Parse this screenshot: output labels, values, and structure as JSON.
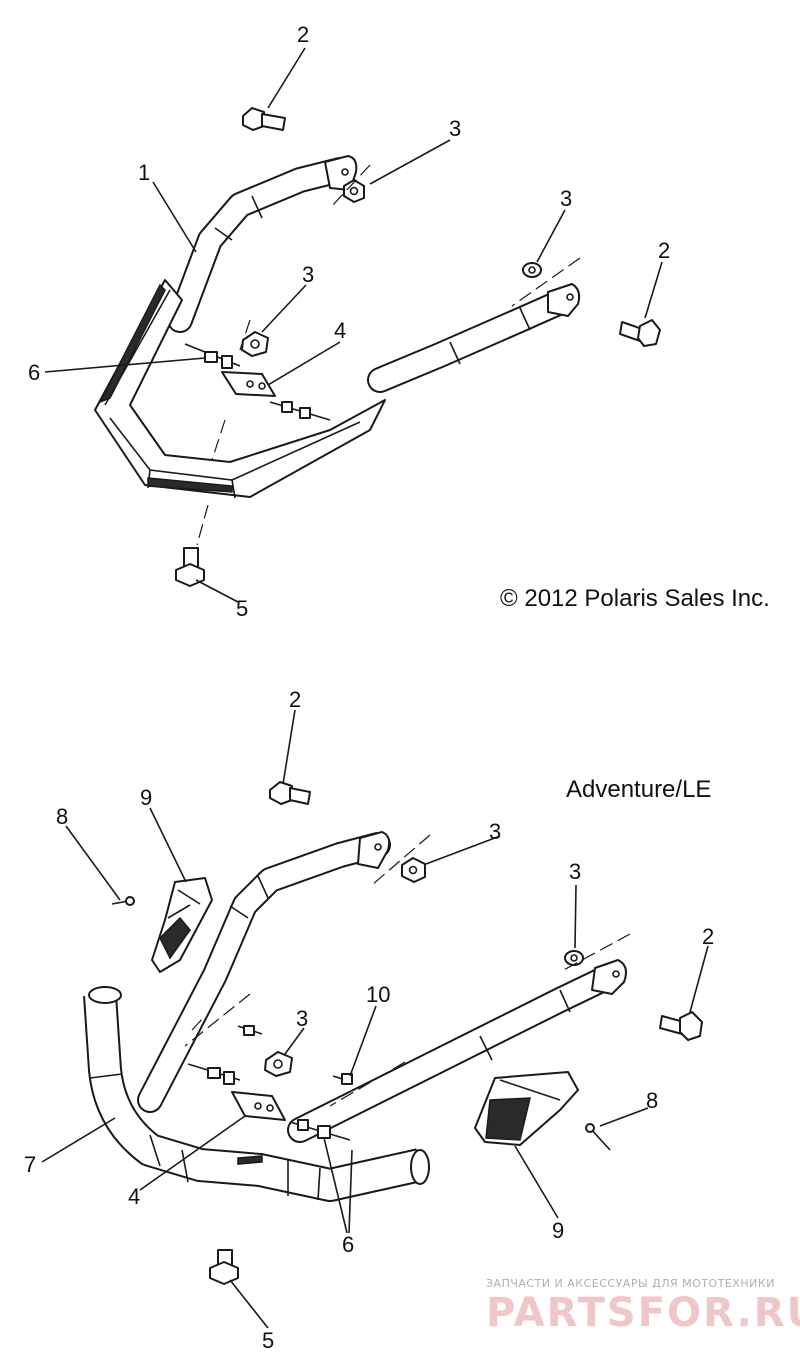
{
  "copyright": "© 2012 Polaris Sales Inc.",
  "section_label": "Adventure/LE",
  "watermark": {
    "subtitle": "ЗАПЧАСТИ И АКСЕССУАРЫ ДЛЯ МОТОТЕХНИКИ",
    "brand": "PARTSFOR.RU"
  },
  "callouts_top": {
    "c1": "1",
    "c2a": "2",
    "c2b": "2",
    "c3a": "3",
    "c3b": "3",
    "c3c": "3",
    "c4": "4",
    "c5": "5",
    "c6": "6"
  },
  "callouts_bottom": {
    "c2a": "2",
    "c2b": "2",
    "c3a": "3",
    "c3b": "3",
    "c3c": "3",
    "c4": "4",
    "c5": "5",
    "c6": "6",
    "c7": "7",
    "c8a": "8",
    "c8b": "8",
    "c9a": "9",
    "c9b": "9",
    "c10": "10"
  }
}
